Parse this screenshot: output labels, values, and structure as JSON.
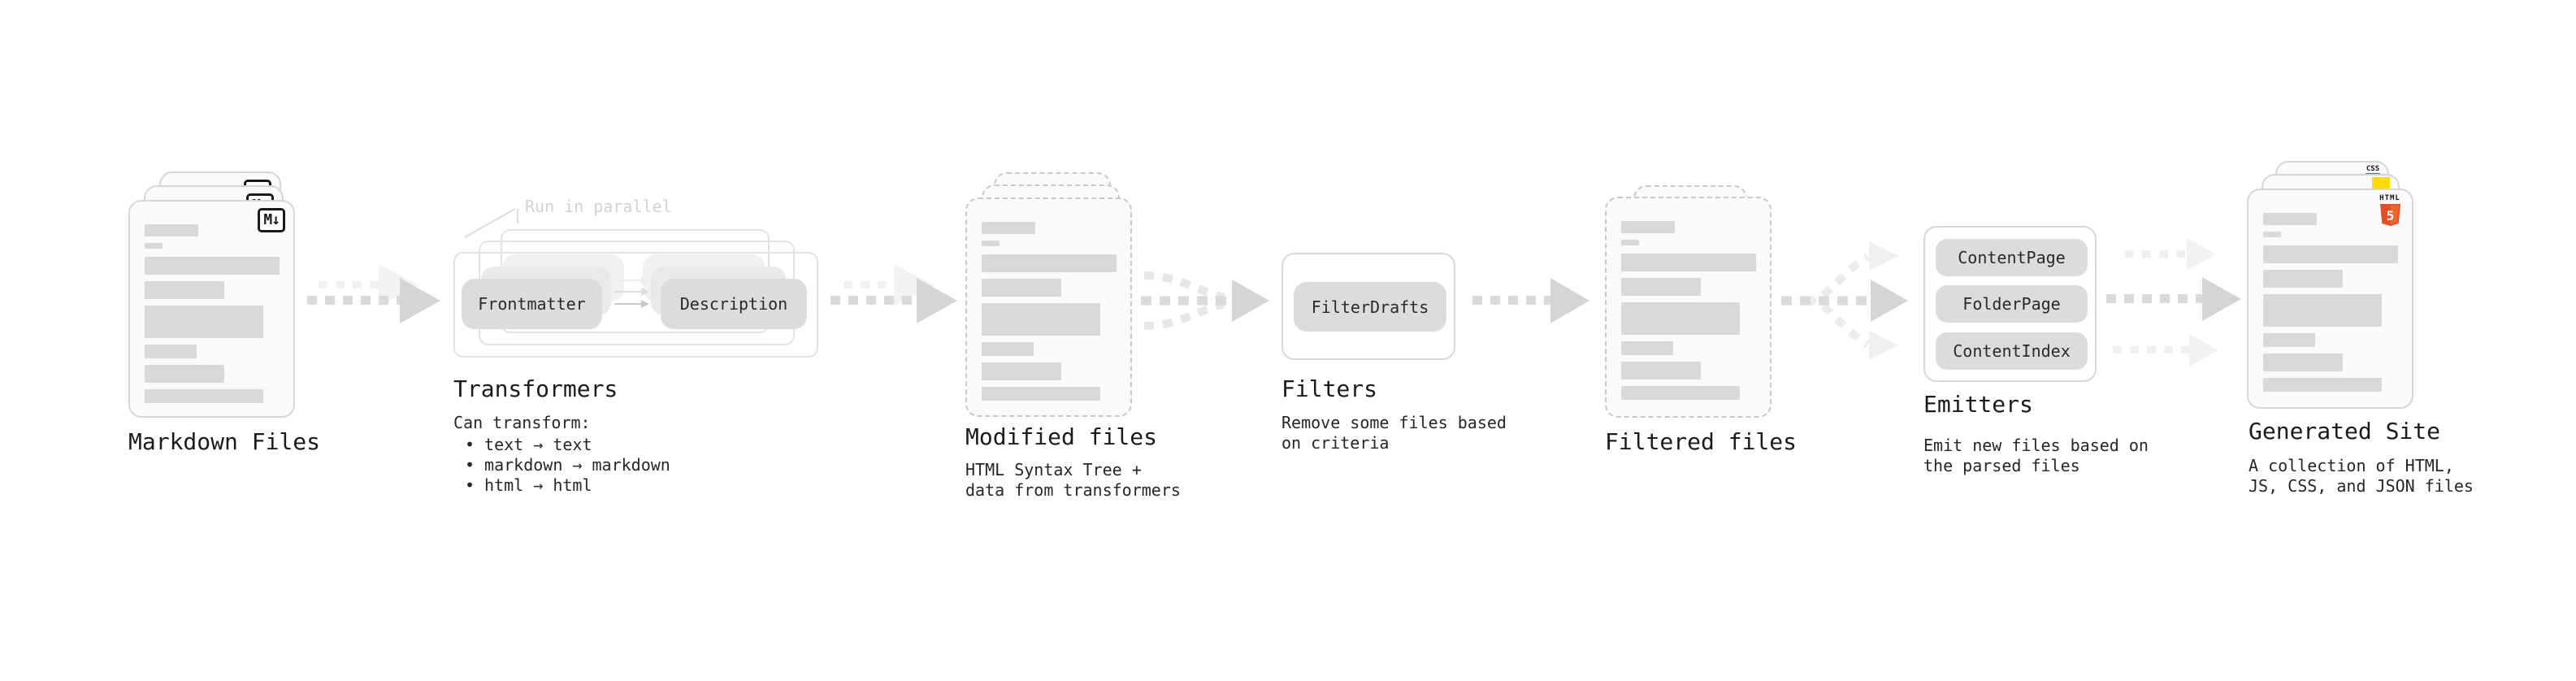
{
  "colors": {
    "css_blue": "#2e6bf0",
    "js_yellow": "#ffd900",
    "html_orange": "#e44d26",
    "html_orange_light": "#f16529"
  },
  "markdown_files": {
    "caption": "Markdown Files",
    "badge": "M↓"
  },
  "transformers": {
    "caption": "Transformers",
    "parallel_note": "Run in parallel",
    "chip_from": "Frontmatter",
    "chip_to": "Description",
    "sub_title": "Can transform:",
    "bullet": "•",
    "bullets": [
      "text → text",
      "markdown → markdown",
      "html → html"
    ]
  },
  "modified_files": {
    "caption": "Modified files",
    "sub_line1": "HTML Syntax Tree +",
    "sub_line2": "data from transformers"
  },
  "filters": {
    "caption": "Filters",
    "chip": "FilterDrafts",
    "sub_line1": "Remove some files based",
    "sub_line2": "on criteria"
  },
  "filtered_files": {
    "caption": "Filtered files"
  },
  "emitters": {
    "caption": "Emitters",
    "chips": [
      "ContentPage",
      "FolderPage",
      "ContentIndex"
    ],
    "sub_line1": "Emit new files based on",
    "sub_line2": "the parsed files"
  },
  "generated_site": {
    "caption": "Generated Site",
    "sub_line1": "A collection of HTML,",
    "sub_line2": "JS, CSS, and JSON files",
    "css_badge": "CSS",
    "html_badge_label": "HTML",
    "html_badge_number": "5"
  }
}
